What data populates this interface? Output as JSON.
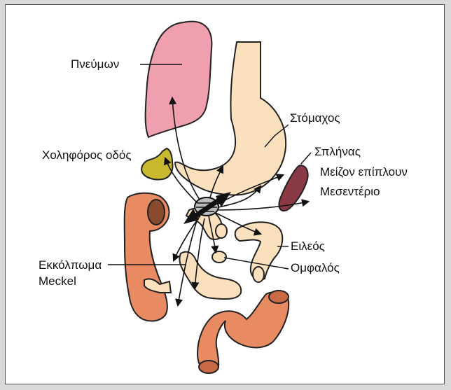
{
  "labels": {
    "lung": "Πνεύμων",
    "stomach": "Στόμαχος",
    "bile_duct": "Χοληφόρος οδός",
    "spleen": "Σπλήνας",
    "greater_omentum": "Μείζον επίπλουν",
    "mesentery": "Μεσεντέριο",
    "ileum": "Ειλεός",
    "umbilicus": "Ομφαλός",
    "meckel_line1": "Εκκόλπωμα",
    "meckel_line2": "Meckel"
  },
  "colors": {
    "lung": "#ef9fae",
    "stomach": "#fbe0bd",
    "gallbladder": "#c9b92e",
    "spleen": "#8a3a44",
    "colon": "#e88b63",
    "ileum": "#fbe0bd"
  },
  "icons": [
    "double-headed-arrow-icon",
    "foreign-body-icon"
  ]
}
